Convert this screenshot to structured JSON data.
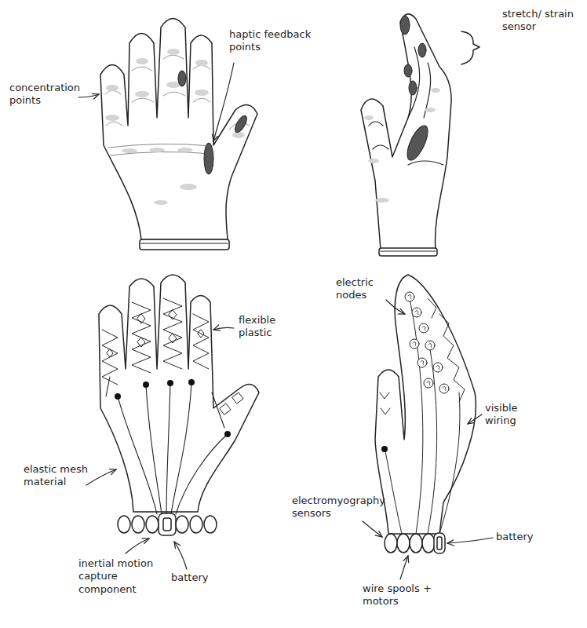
{
  "diagram": {
    "labels": [
      "concentration points",
      "haptic feedback points",
      "stretch/ strain sensor",
      "flexible plastic",
      "elastic mesh material",
      "inertial motion capture component",
      "battery",
      "electric nodes",
      "visible wiring",
      "electromyography sensors",
      "battery",
      "wire spools + motors"
    ]
  }
}
